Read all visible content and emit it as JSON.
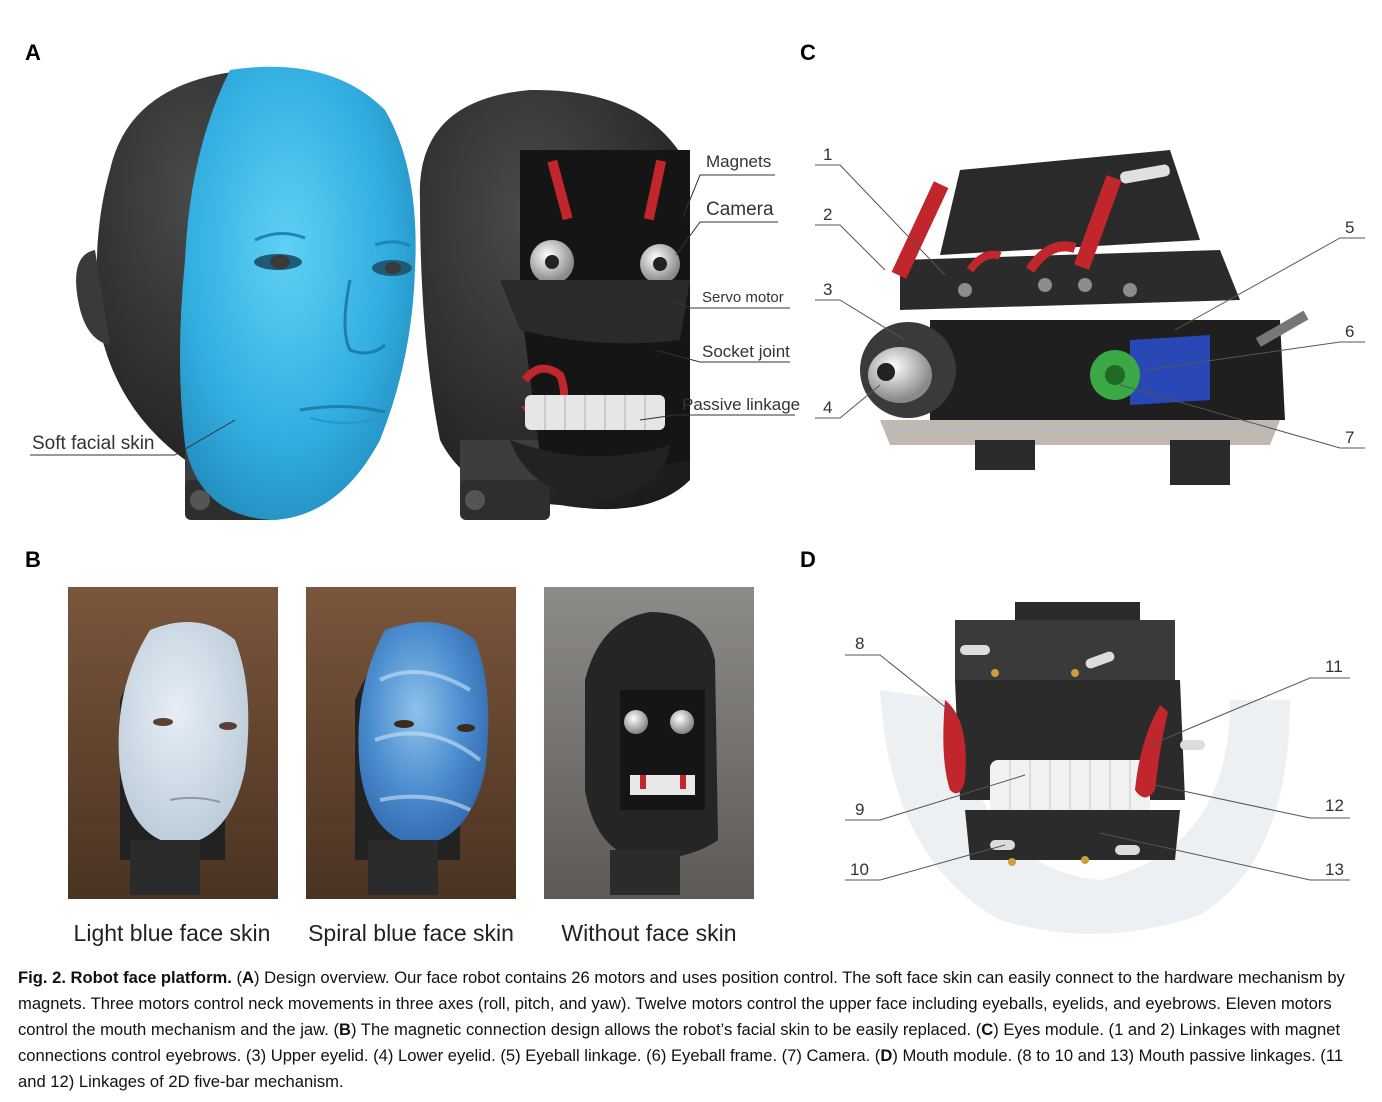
{
  "panels": {
    "a": {
      "letter": "A",
      "labels": {
        "magnets": "Magnets",
        "camera": "Camera",
        "servo_motor": "Servo motor",
        "socket_joint": "Socket joint",
        "passive_linkage": "Passive linkage",
        "soft_facial_skin": "Soft facial skin"
      }
    },
    "b": {
      "letter": "B",
      "photos": [
        {
          "caption": "Light blue face skin"
        },
        {
          "caption": "Spiral blue face skin"
        },
        {
          "caption": "Without face skin"
        }
      ]
    },
    "c": {
      "letter": "C",
      "numbers": [
        "1",
        "2",
        "3",
        "4",
        "5",
        "6",
        "7"
      ]
    },
    "d": {
      "letter": "D",
      "numbers": [
        "8",
        "9",
        "10",
        "11",
        "12",
        "13"
      ]
    }
  },
  "caption": {
    "title": "Fig. 2. Robot face platform.",
    "seg_a_label": "A",
    "seg_a_text": " Design overview. Our face robot contains 26 motors and uses position control. The soft face skin can easily connect to the hardware mechanism by magnets. Three motors control neck movements in three axes (roll, pitch, and yaw). Twelve motors control the upper face including eyeballs, eyelids, and eyebrows. Eleven motors control the mouth mechanism and the jaw. ",
    "seg_b_label": "B",
    "seg_b_text": " The magnetic connection design allows the robot’s facial skin to be easily replaced. ",
    "seg_c_label": "C",
    "seg_c_text": " Eyes module. (1 and 2) Linkages with magnet connections control eyebrows. (3) Upper eyelid. (4) Lower eyelid. (5) Eyeball linkage. (6) Eyeball frame. (7) Camera. ",
    "seg_d_label": "D",
    "seg_d_text": " Mouth module. (8 to 10 and 13) Mouth passive linkages. (11 and 12) Linkages of 2D five-bar mechanism."
  },
  "colors": {
    "skin_blue": "#3bb5e3",
    "robot_dark": "#2b2b2b",
    "linkage_red": "#c0262c",
    "background_brown": "#6b4a33"
  }
}
